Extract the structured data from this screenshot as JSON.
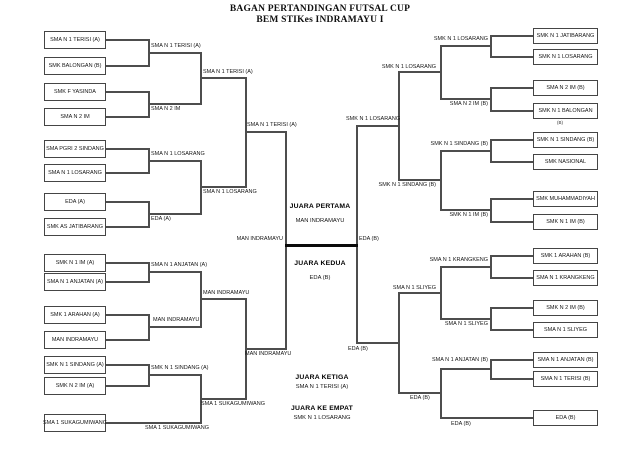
{
  "title": {
    "line1": "BAGAN PERTANDINGAN FUTSAL CUP",
    "line2": "BEM STIKes INDRAMAYU I"
  },
  "center": {
    "first_heading": "JUARA PERTAMA",
    "first_team": "MAN INDRAMAYU",
    "second_heading": "JUARA KEDUA",
    "second_team": "EDA (B)",
    "third_heading": "JUARA KETIGA",
    "third_team": "SMA N 1 TERISI (A)",
    "fourth_heading": "JUARA KE EMPAT",
    "fourth_team": "SMK N 1 LOSARANG"
  },
  "left": {
    "round1": [
      "SMA N 1 TERISI (A)",
      "SMK BALONGAN (B)",
      "SMK F YASINDA",
      "SMA N 2 IM",
      "SMA PGRI 2 SINDANG",
      "SMA N 1 LOSARANG",
      "EDA (A)",
      "SMK AS JATIBARANG",
      "SMK N 1 IM (A)",
      "SMA N 1 ANJATAN (A)",
      "SMK 1 ARAHAN (A)",
      "MAN INDRAMAYU",
      "SMK N 1 SINDANG (A)",
      "SMK N 2 IM (A)",
      "SMA 1 SUKAGUMIWANG"
    ],
    "round2": [
      "SMA N 1 TERISI (A)",
      "SMA N 2 IM",
      "SMA N 1 LOSARANG",
      "EDA (A)",
      "SMA N 1 ANJATAN (A)",
      "MAN INDRAMAYU",
      "SMK N 1 SINDANG (A)",
      "SMA 1 SUKAGUMIWANG"
    ],
    "round3": [
      "SMA N 1 TERISI (A)",
      "SMA N 1 LOSARANG",
      "MAN INDRAMAYU",
      "SMA 1 SUKAGUMIWANG"
    ],
    "round4": [
      "SMA N 1 TERISI (A)",
      "MAN INDRAMAYU"
    ],
    "finalist": "MAN INDRAMAYU"
  },
  "right": {
    "round1": [
      "SMK N 1 JATIBARANG",
      "SMK N 1 LOSARANG",
      "SMA N 2 IM (B)",
      "SMK N 1 BALONGAN",
      "SMK N 1 SINDANG (B)",
      "SMK NASIONAL",
      "SMK MUHAMMADIYAH",
      "SMK N 1 IM (B)",
      "SMK 1 ARAHAN (B)",
      "SMA N 1 KRANGKENG",
      "SMK N 2 IM (B)",
      "SMA N 1 SLIYEG",
      "SMA N 1 ANJATAN (B)",
      "SMA N 1 TERISI (B)",
      "EDA (B)"
    ],
    "balongan_note": "(B)",
    "round2": [
      "SMK N 1 LOSARANG",
      "SMA N 2 IM (B)",
      "SMK N 1 SINDANG (B)",
      "SMK N 1 IM (B)",
      "SMA N 1 KRANGKENG",
      "SMA N 1 SLIYEG",
      "SMA N 1 ANJATAN (B)",
      "EDA (B)"
    ],
    "round3": [
      "SMK N 1 LOSARANG",
      "SMK N 1 SINDANG (B)",
      "SMA N 1 SLIYEG",
      "EDA (B)"
    ],
    "round4": [
      "SMK N 1 LOSARANG",
      "EDA (B)"
    ],
    "finalist": "EDA (B)"
  }
}
